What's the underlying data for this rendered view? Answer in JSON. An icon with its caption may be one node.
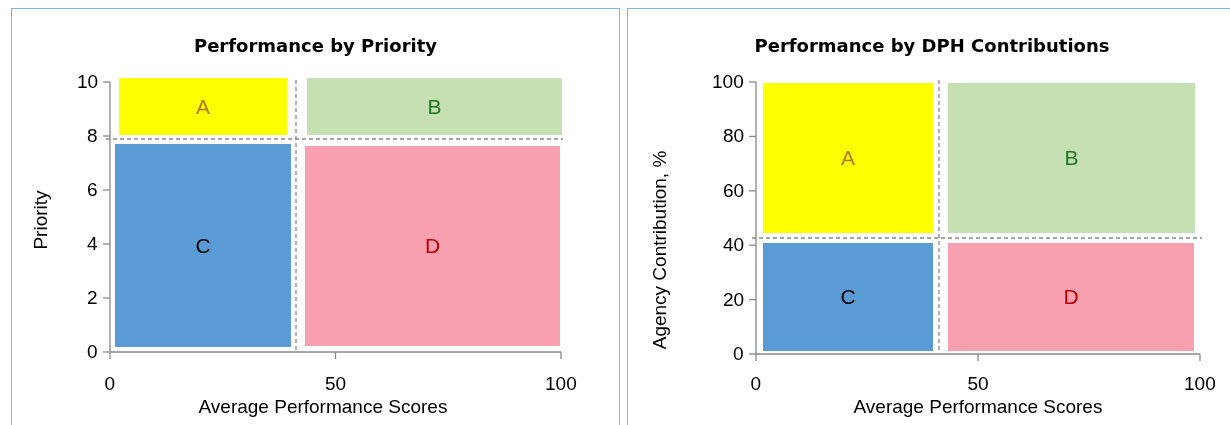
{
  "diagram": {
    "nodes": [
      {
        "text": [
          "Performance by Priority"
        ]
      },
      {
        "text": [
          "A"
        ],
        "in": 0
      },
      {
        "text": [
          "B"
        ],
        "in": 0
      },
      {
        "text": [
          "C"
        ],
        "in": 0
      },
      {
        "text": [
          "D"
        ],
        "in": 0
      },
      {
        "text": [
          "Performance by DPH Contributions"
        ]
      },
      {
        "text": [
          "A"
        ],
        "in": 5
      },
      {
        "text": [
          "B"
        ],
        "in": 5
      },
      {
        "text": [
          "C"
        ],
        "in": 5
      },
      {
        "text": [
          "D"
        ],
        "in": 5
      }
    ],
    "edges": [],
    "labels": [
      "10",
      "8",
      "6",
      "4",
      "2",
      "0",
      "Priority",
      "0",
      "50",
      "100",
      "Average Performance Scores",
      "100",
      "80",
      "60",
      "40",
      "20",
      "0",
      "Agency Contribution, %",
      "0",
      "50",
      "100",
      "Average Performance Scores"
    ]
  }
}
